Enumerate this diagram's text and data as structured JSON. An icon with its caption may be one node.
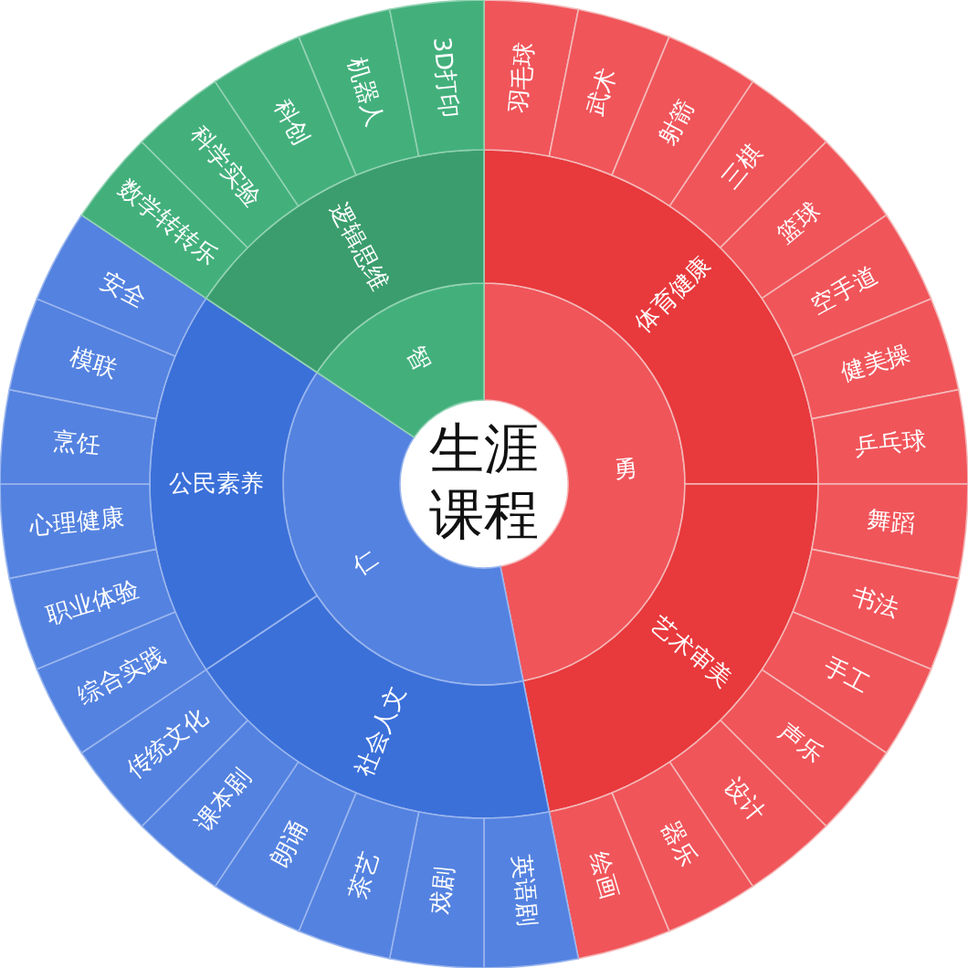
{
  "diagram": {
    "nodes": [
      {
        "text": [
          "生涯课程"
        ]
      },
      {
        "text": [
          "勇"
        ]
      },
      {
        "text": [
          "体育健康"
        ]
      },
      {
        "text": [
          "羽毛球"
        ]
      },
      {
        "text": [
          "武术"
        ]
      },
      {
        "text": [
          "射箭"
        ]
      },
      {
        "text": [
          "三棋"
        ]
      },
      {
        "text": [
          "篮球"
        ]
      },
      {
        "text": [
          "空手道"
        ]
      },
      {
        "text": [
          "健美操"
        ]
      },
      {
        "text": [
          "乒乓球"
        ]
      },
      {
        "text": [
          "艺术审美"
        ]
      },
      {
        "text": [
          "舞蹈"
        ]
      },
      {
        "text": [
          "书法"
        ]
      },
      {
        "text": [
          "手工"
        ]
      },
      {
        "text": [
          "声乐"
        ]
      },
      {
        "text": [
          "设计"
        ]
      },
      {
        "text": [
          "器乐"
        ]
      },
      {
        "text": [
          "绘画"
        ]
      },
      {
        "text": [
          "仁"
        ]
      },
      {
        "text": [
          "社会人文"
        ]
      },
      {
        "text": [
          "英语剧"
        ]
      },
      {
        "text": [
          "戏剧"
        ]
      },
      {
        "text": [
          "茶艺"
        ]
      },
      {
        "text": [
          "朗诵"
        ]
      },
      {
        "text": [
          "课本剧"
        ]
      },
      {
        "text": [
          "传统文化"
        ]
      },
      {
        "text": [
          "公民素养"
        ]
      },
      {
        "text": [
          "综合实践"
        ]
      },
      {
        "text": [
          "职业体验"
        ]
      },
      {
        "text": [
          "心理健康"
        ]
      },
      {
        "text": [
          "烹饪"
        ]
      },
      {
        "text": [
          "模联"
        ]
      },
      {
        "text": [
          "安全"
        ]
      },
      {
        "text": [
          "智"
        ]
      },
      {
        "text": [
          "逻辑思维"
        ]
      },
      {
        "text": [
          "数学转转乐"
        ]
      },
      {
        "text": [
          "科学实验"
        ]
      },
      {
        "text": [
          "科创"
        ]
      },
      {
        "text": [
          "机器人"
        ]
      },
      {
        "text": [
          "3D打印"
        ]
      }
    ]
  }
}
